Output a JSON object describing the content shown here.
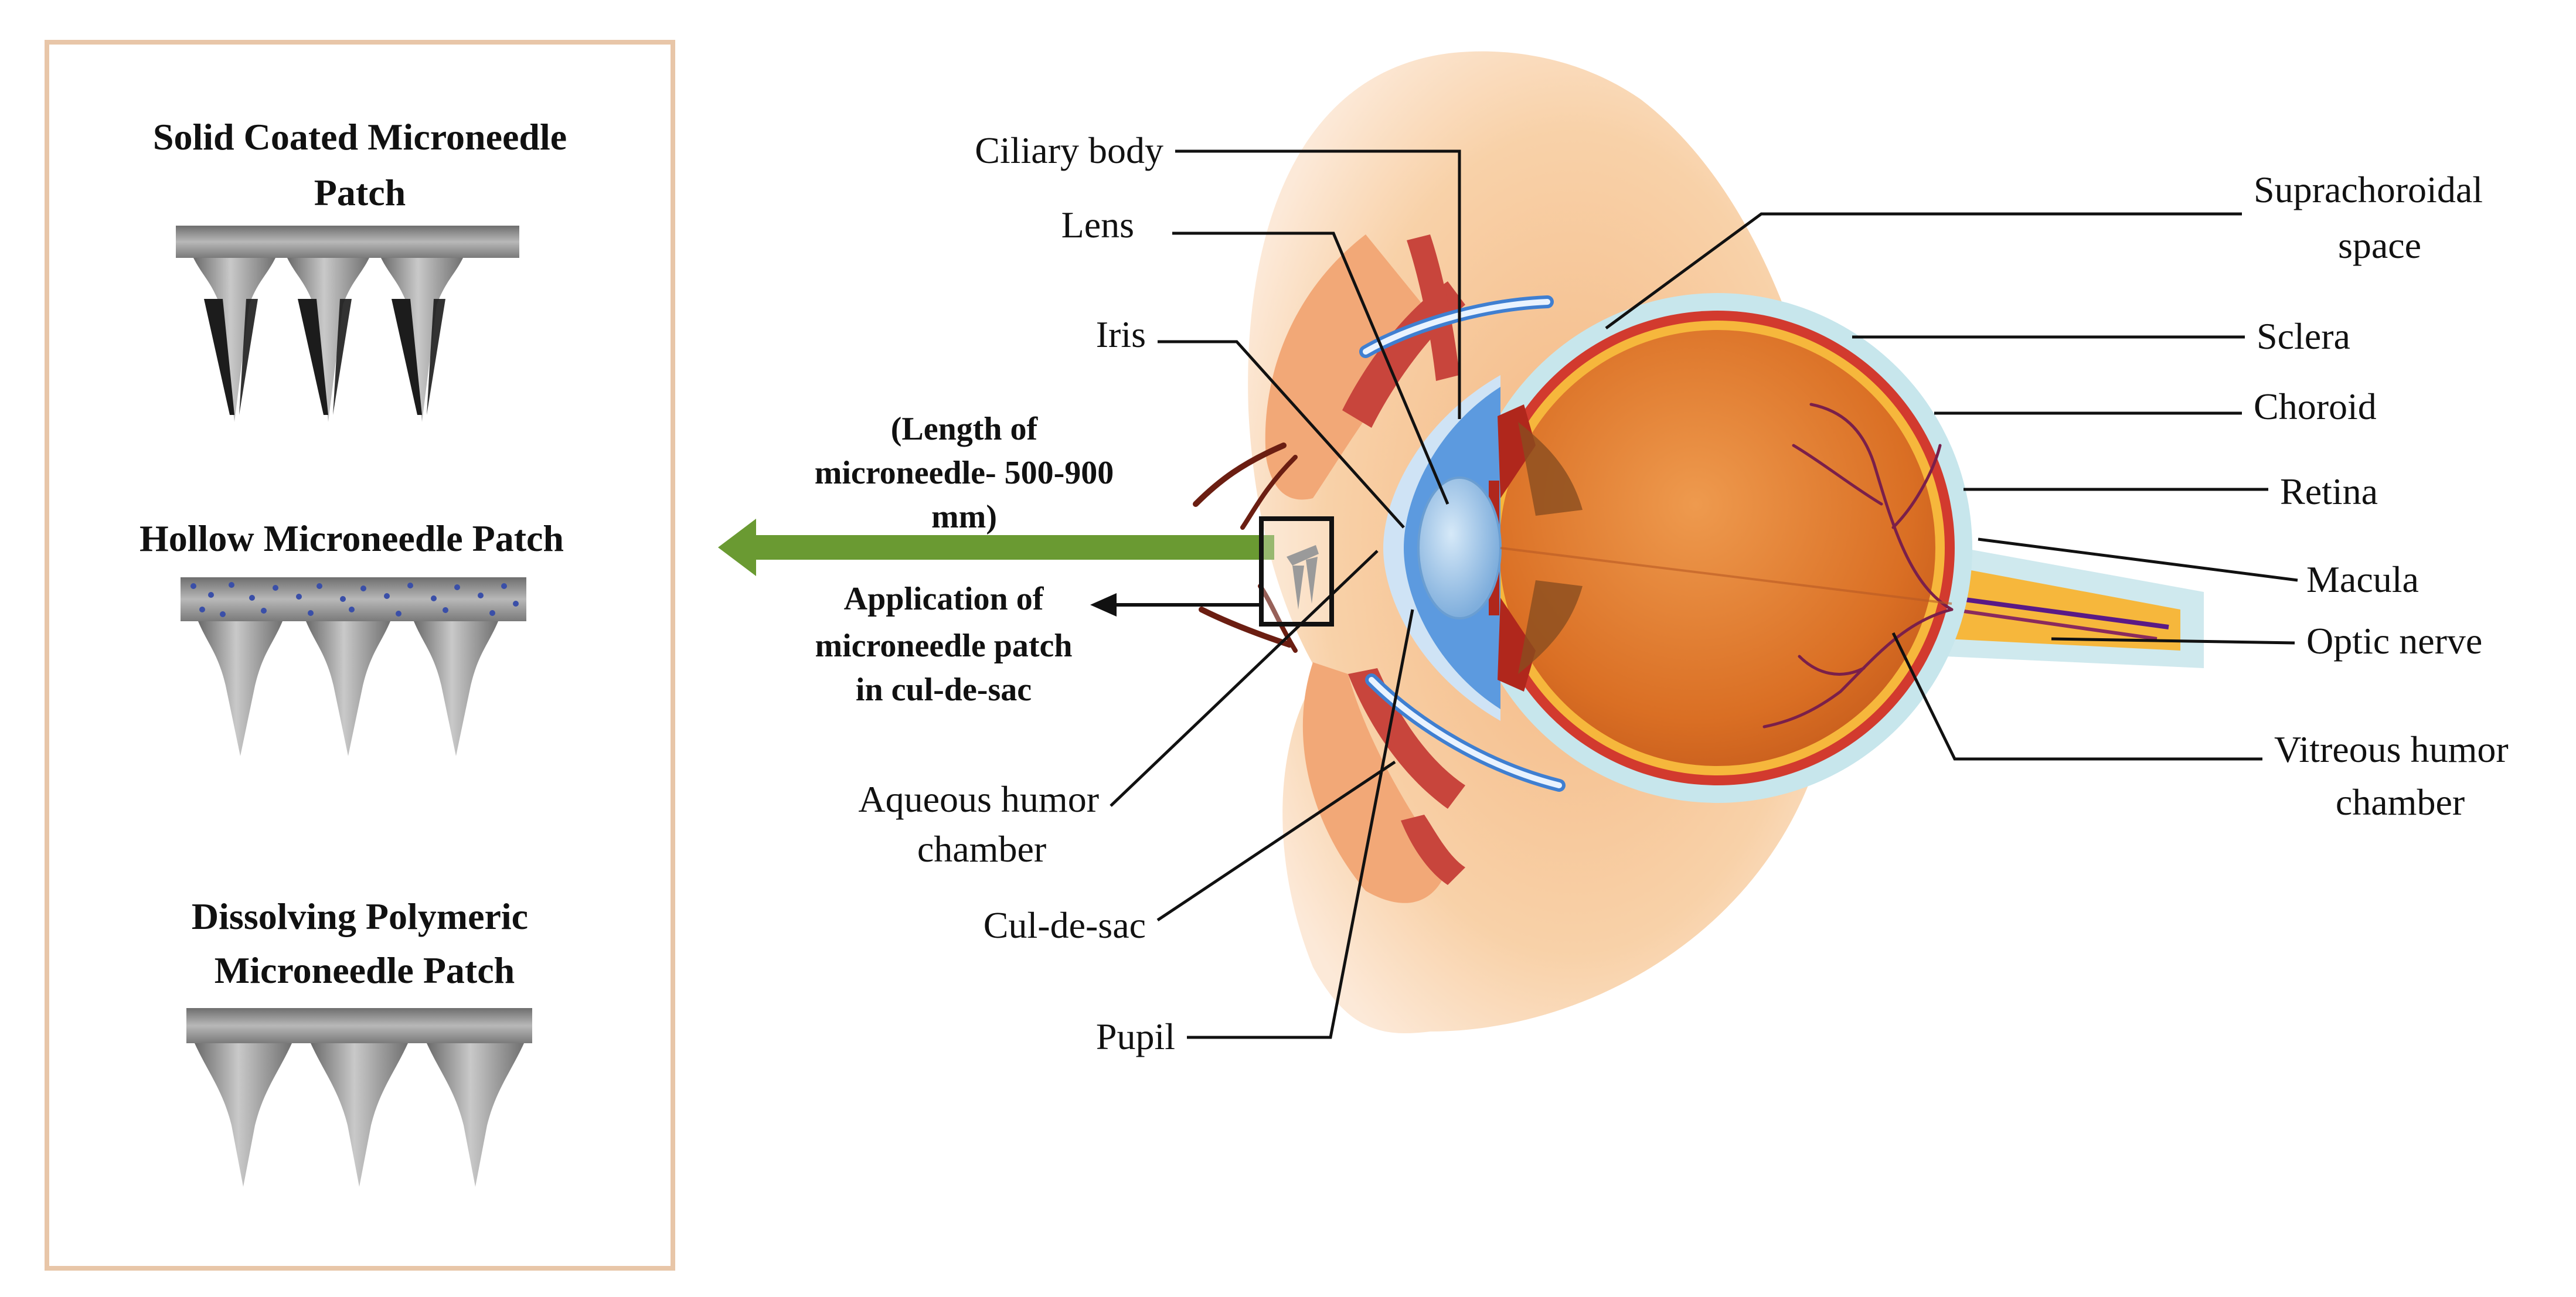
{
  "patch_types": {
    "solid_coated": {
      "line1": "Solid Coated Microneedle",
      "line2": "Patch"
    },
    "hollow": {
      "line1": "Hollow Microneedle Patch"
    },
    "dissolving": {
      "line1": "Dissolving Polymeric",
      "line2": "Microneedle Patch"
    }
  },
  "annotations": {
    "length": {
      "line1": "(Length of",
      "line2": "microneedle- 500-900",
      "line3": "mm)"
    },
    "application": {
      "line1": "Application of",
      "line2": "microneedle patch",
      "line3": "in cul-de-sac"
    }
  },
  "labels": {
    "ciliary_body": "Ciliary body",
    "lens": "Lens",
    "iris": "Iris",
    "aqueous_humor": {
      "line1": "Aqueous humor",
      "line2": "chamber"
    },
    "cul_de_sac": "Cul-de-sac",
    "pupil": "Pupil",
    "suprachoroidal": {
      "line1": "Suprachoroidal",
      "line2": "space"
    },
    "sclera": "Sclera",
    "choroid": "Choroid",
    "retina": "Retina",
    "macula": "Macula",
    "optic_nerve": "Optic nerve",
    "vitreous": {
      "line1": "Vitreous humor",
      "line2": "chamber"
    }
  },
  "colors": {
    "panel_border": "#E8C6A8",
    "needle_gray": "#8E8E8E",
    "coating_black": "#1C1C1C",
    "hollow_dots": "#3A4FA8",
    "arrow_green": "#6A9A32",
    "skin": "#F7C99A",
    "eyeball": "#E07A2E",
    "sclera": "#C7E6EC",
    "choroid": "#D23A2E",
    "retina": "#F6B73C",
    "lens": "#9FC6EA",
    "vessel": "#7A1F4A"
  }
}
